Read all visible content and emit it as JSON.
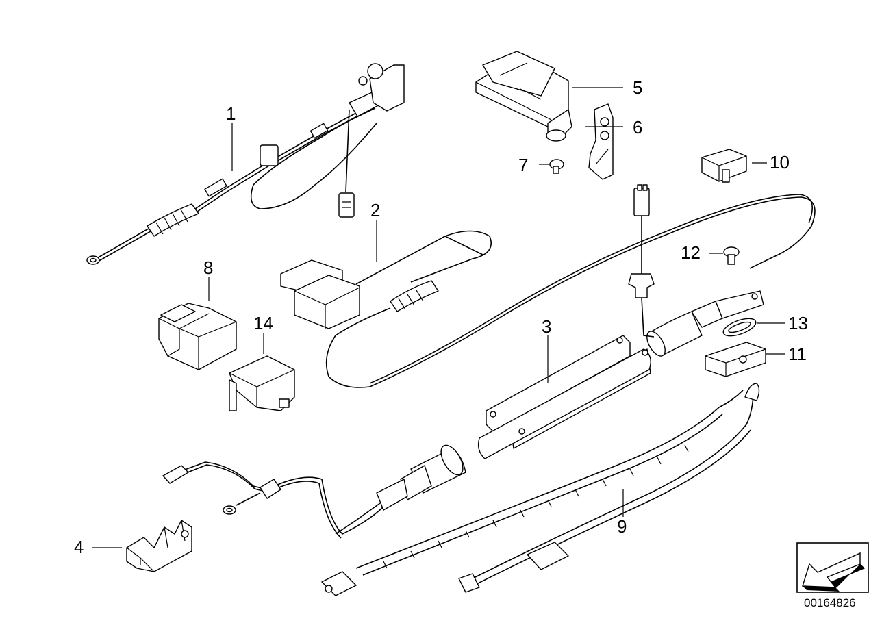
{
  "diagram": {
    "callouts": [
      "1",
      "2",
      "3",
      "4",
      "5",
      "6",
      "7",
      "8",
      "9",
      "10",
      "11",
      "12",
      "13",
      "14"
    ],
    "image_code": "00164826"
  },
  "icons": {
    "nav_arrow": "bottom-left-arrow-icon"
  },
  "colors": {
    "ink": "#000000",
    "background": "#ffffff",
    "shade": "#cfcfcf"
  }
}
